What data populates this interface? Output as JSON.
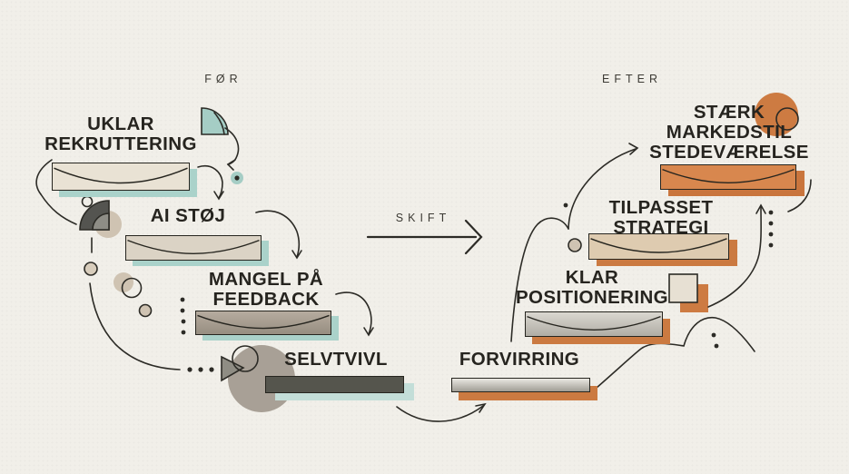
{
  "palette": {
    "background": "#f1efe9",
    "ink": "#26241f",
    "teal_accent": "#a5cdc5",
    "teal_shadow": "#aad2ca",
    "orange_accent": "#cd7b42",
    "orange_bar": "#d8874e",
    "beige_bar": "#e9e2d4",
    "tan_shape": "#cfc3b2",
    "dark_bar": "#55554d",
    "grey_circle": "#a8a096"
  },
  "header": {
    "before": "FØR",
    "after": "EFTER",
    "shift": "SKIFT"
  },
  "before": {
    "items": [
      {
        "label": "UKLAR\nREKRUTTERING"
      },
      {
        "label": "AI STØJ"
      },
      {
        "label": "MANGEL PÅ\nFEEDBACK"
      },
      {
        "label": "SELVTVIVL"
      }
    ]
  },
  "after": {
    "items": [
      {
        "label": "FORVIRRING"
      },
      {
        "label": "KLAR\nPOSITIONERING"
      },
      {
        "label": "TILPASSET\nSTRATEGI"
      },
      {
        "label": "STÆRK\nMARKEDSTIL\nSTEDEVÆRELSE"
      }
    ]
  }
}
